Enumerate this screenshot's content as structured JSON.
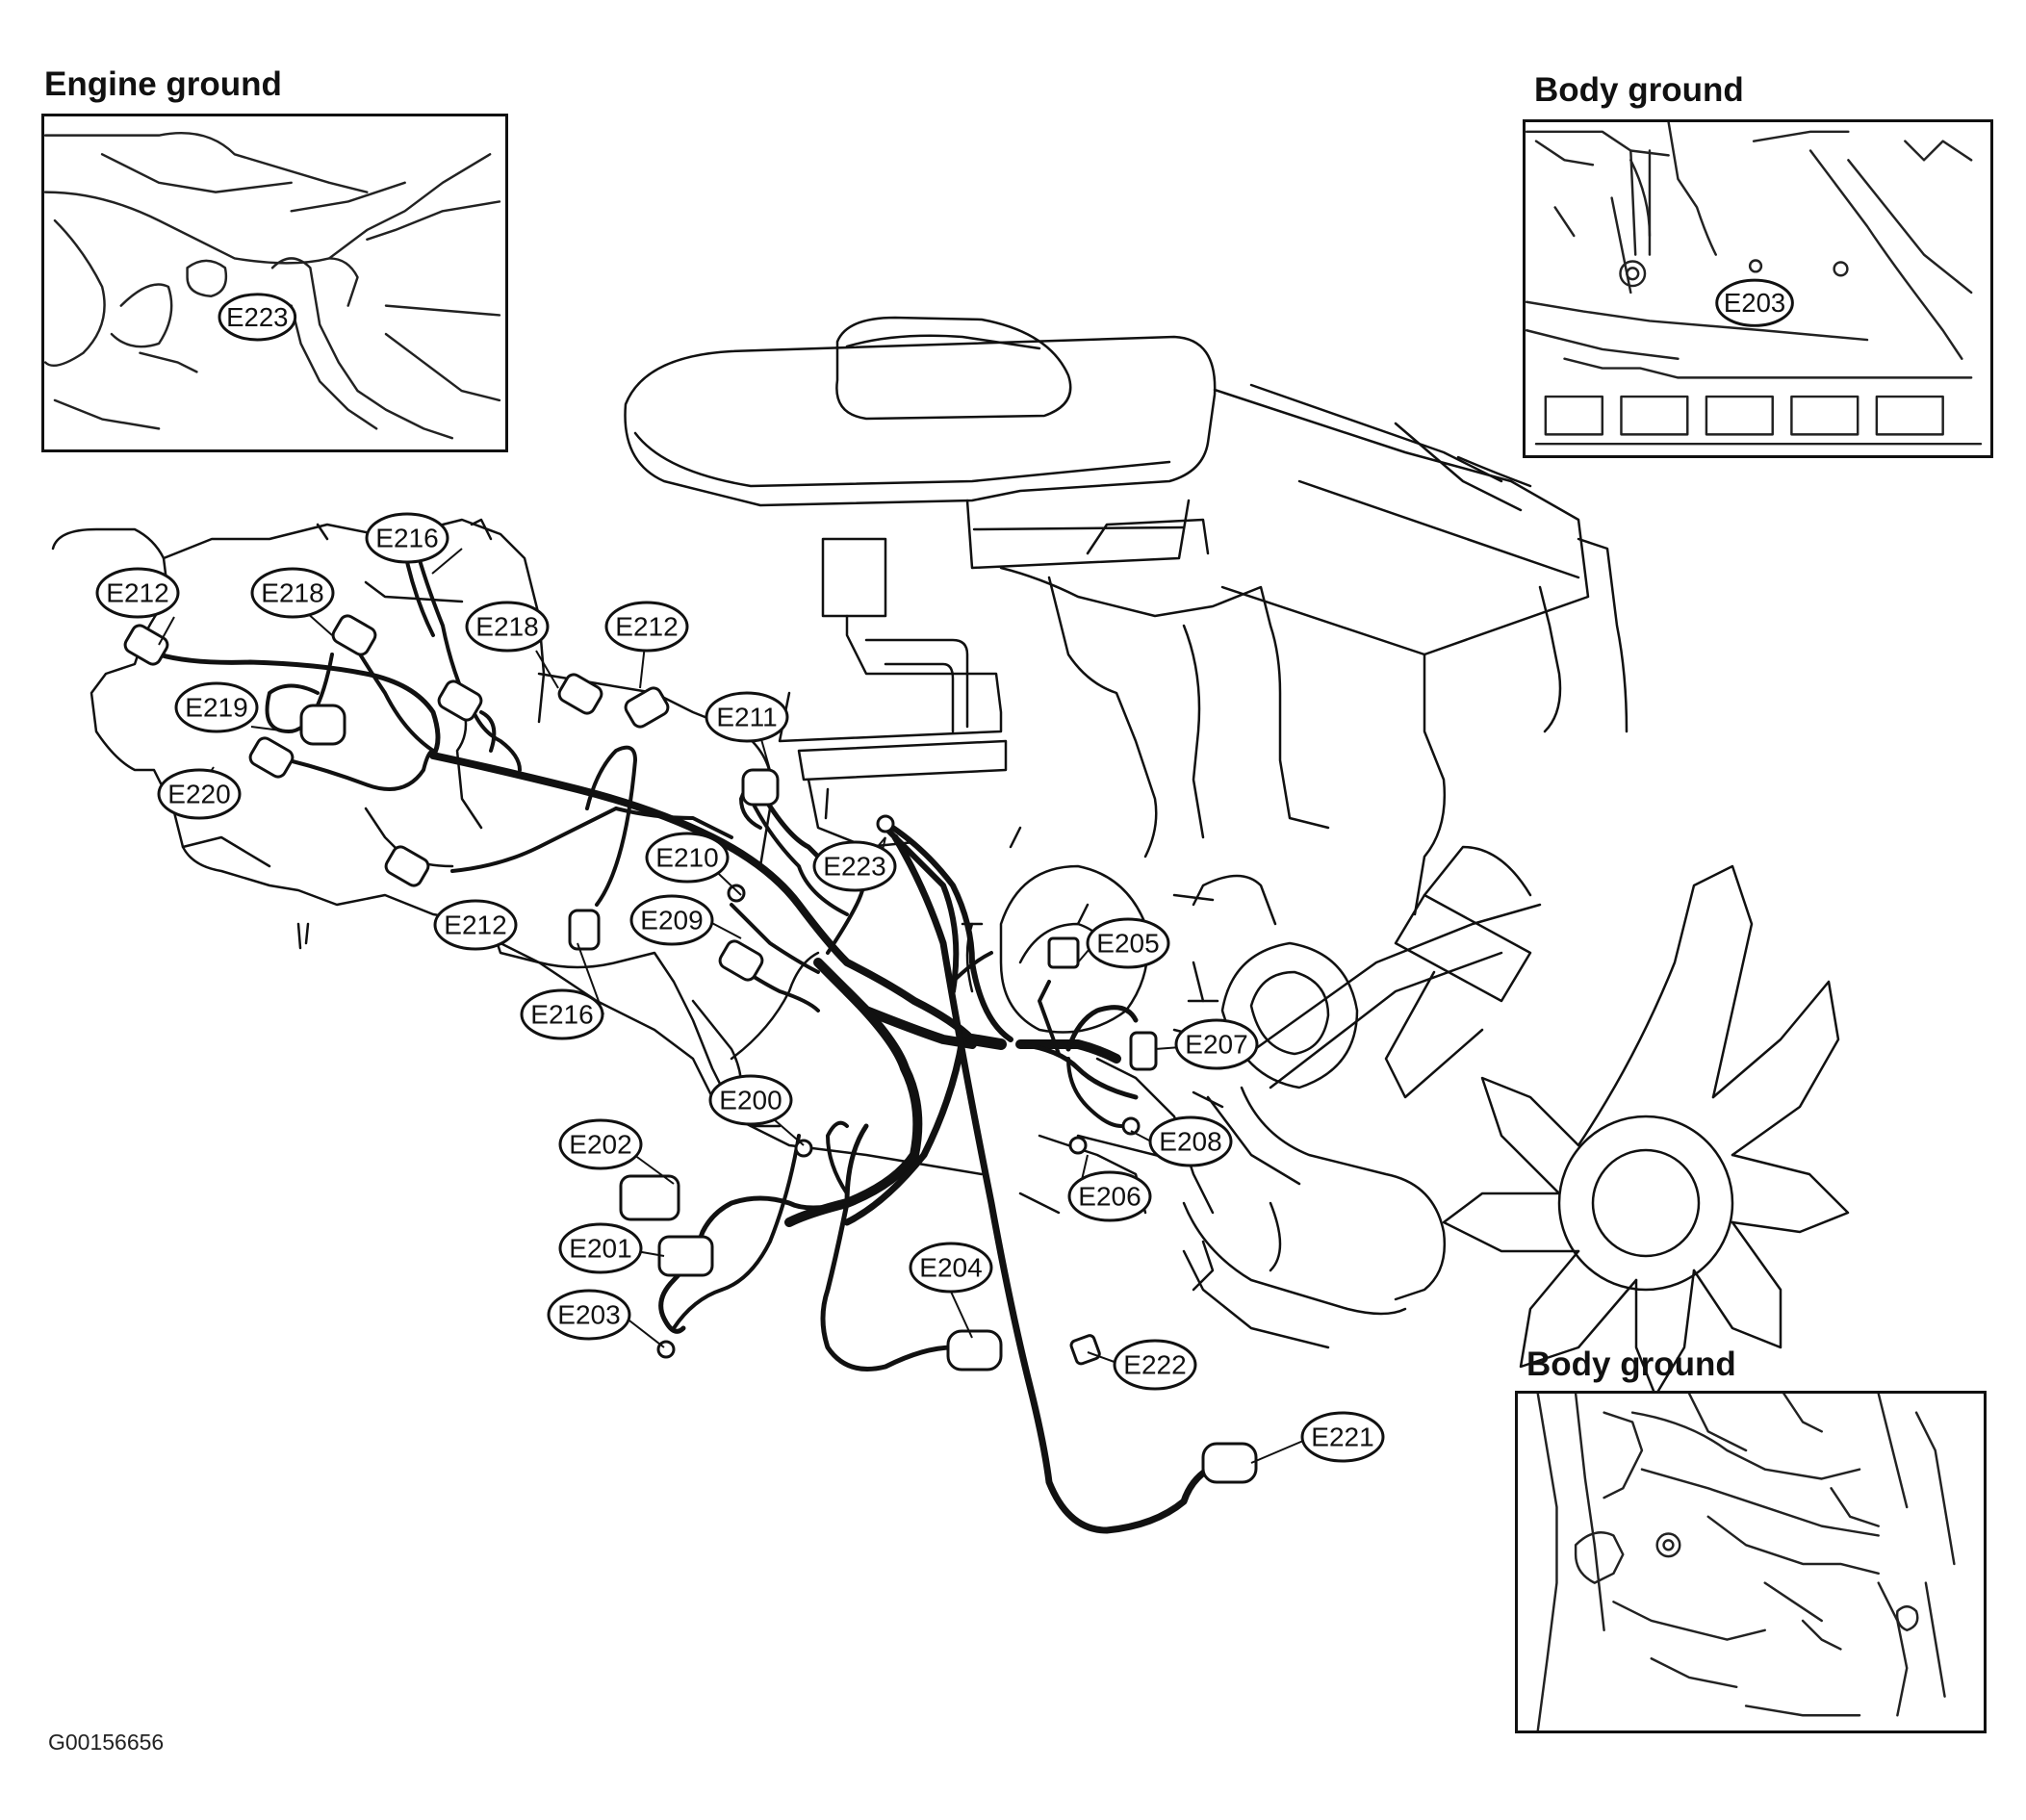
{
  "insets": {
    "engine_ground": {
      "title": "Engine ground",
      "label": "E223"
    },
    "body_ground_top": {
      "title": "Body ground",
      "label": "E203"
    },
    "body_ground_bottom": {
      "title": "Body ground"
    }
  },
  "labels": {
    "e212_a": "E212",
    "e218_a": "E218",
    "e216_a": "E216",
    "e218_b": "E218",
    "e212_b": "E212",
    "e219": "E219",
    "e220": "E220",
    "e211": "E211",
    "e212_c": "E212",
    "e210": "E210",
    "e223": "E223",
    "e209": "E209",
    "e216_b": "E216",
    "e205": "E205",
    "e207": "E207",
    "e200": "E200",
    "e208": "E208",
    "e202": "E202",
    "e206": "E206",
    "e201": "E201",
    "e204": "E204",
    "e203": "E203",
    "e222": "E222",
    "e221": "E221"
  },
  "figure_code": "G00156656"
}
